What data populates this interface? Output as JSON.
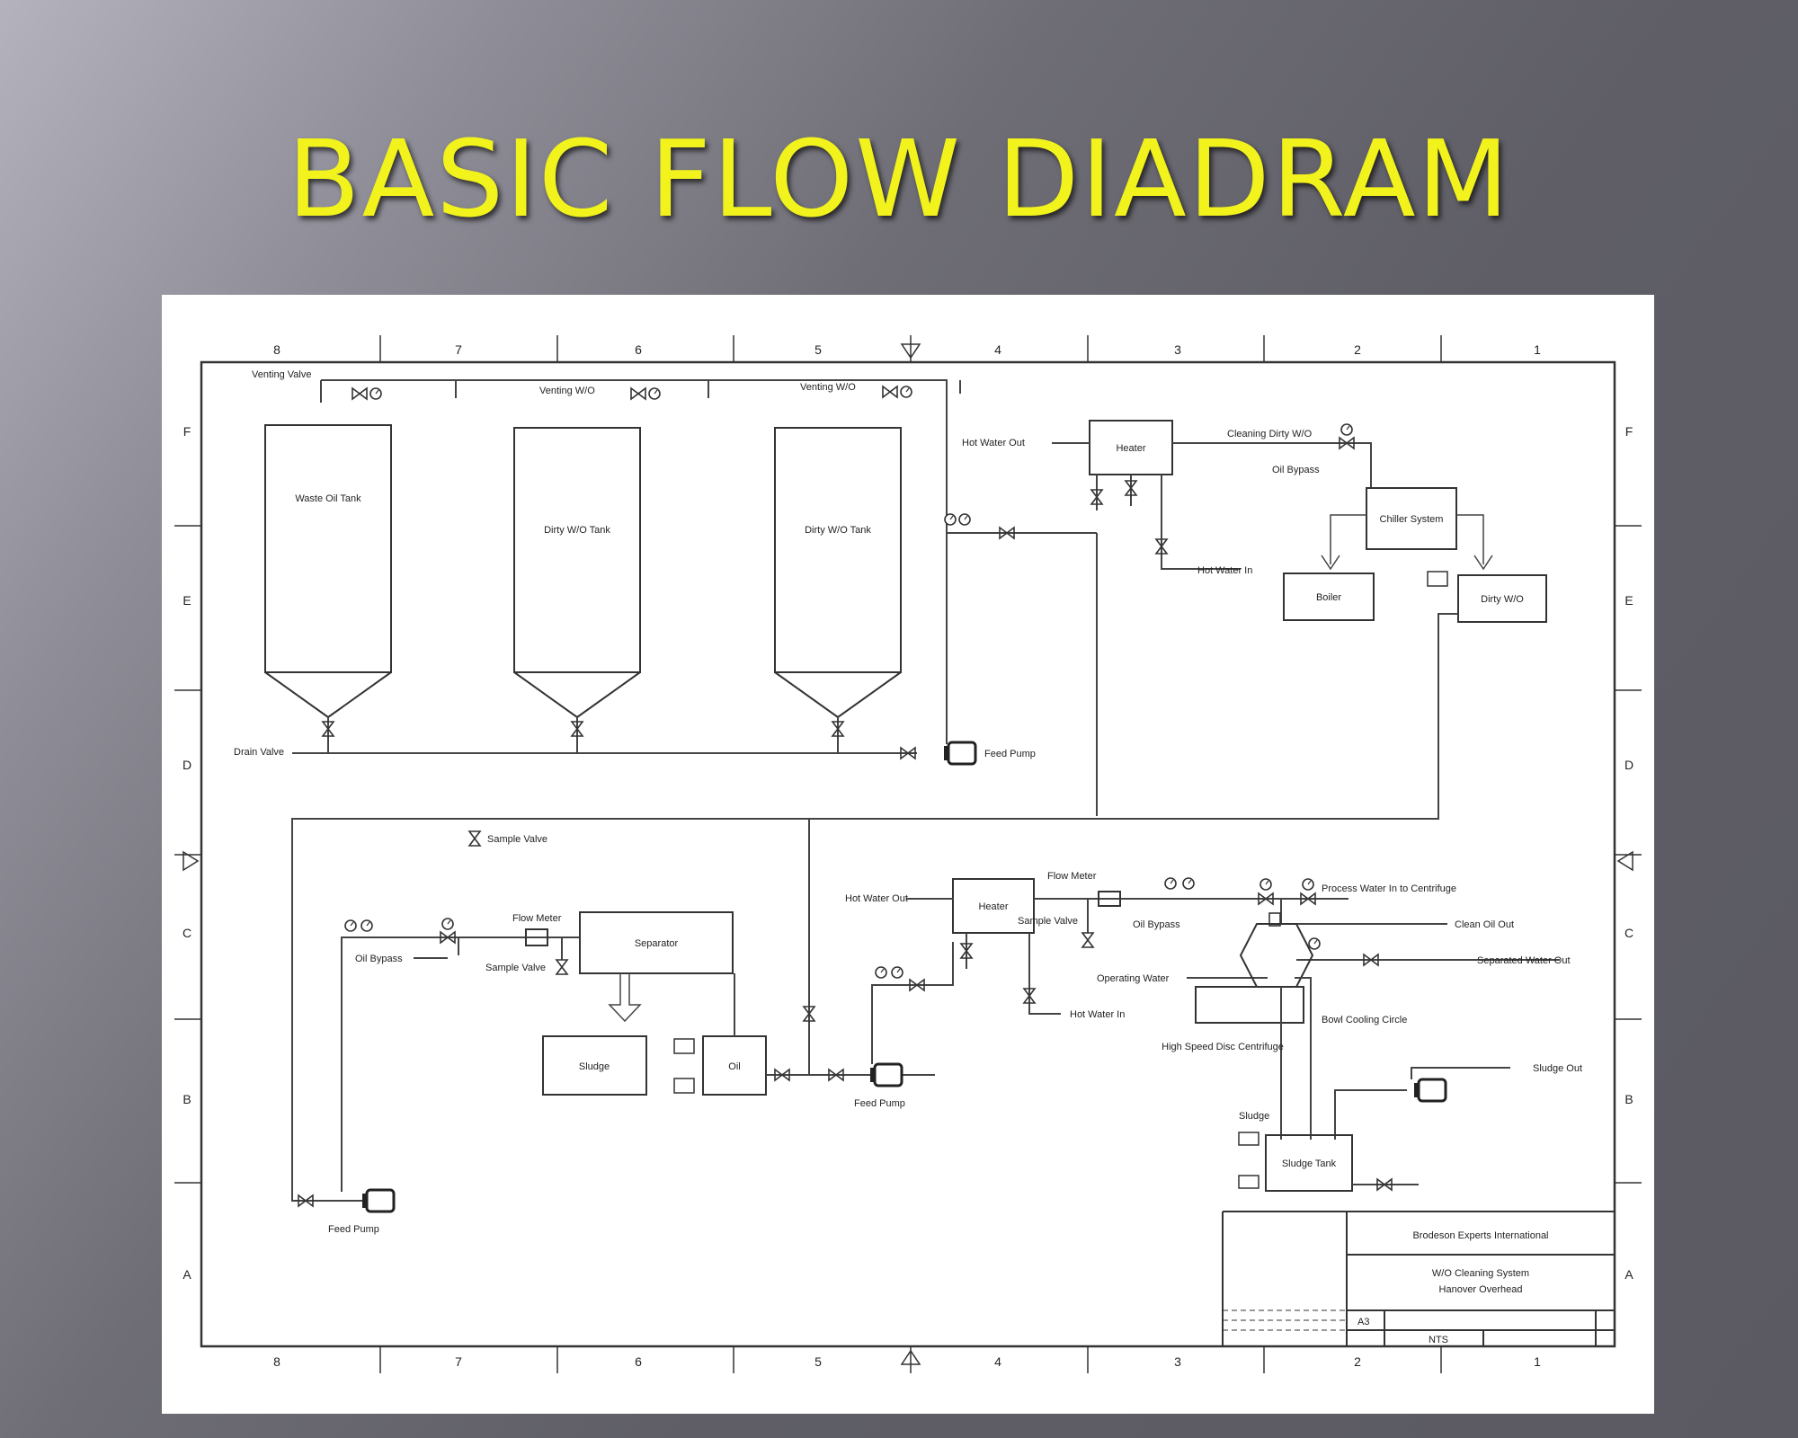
{
  "slide": {
    "title": "BASIC FLOW DIADRAM"
  },
  "drawing": {
    "grid": {
      "columns": [
        "8",
        "7",
        "6",
        "5",
        "4",
        "3",
        "2",
        "1"
      ],
      "rows": [
        "F",
        "E",
        "D",
        "C",
        "B",
        "A"
      ]
    },
    "tanks": [
      {
        "label": "Waste Oil Tank"
      },
      {
        "label": "Dirty W/O Tank"
      },
      {
        "label": "Dirty W/O Tank"
      }
    ],
    "labels": {
      "venting_top_left": "Venting Valve",
      "venting_tank2": "Venting W/O",
      "venting_tank3": "Venting W/O",
      "drain_valve": "Drain Valve",
      "feed_pump": "Feed Pump",
      "hot_water_out_top": "Hot Water Out",
      "heater_top": "Heater",
      "cleaning_dirty_wo": "Cleaning Dirty W/O",
      "oil_bypass_top": "Oil Bypass",
      "chiller_system": "Chiller System",
      "hot_water_in_top": "Hot Water In",
      "boiler": "Boiler",
      "dirty_wo": "Dirty W/O",
      "sample_valve": "Sample Valve",
      "hot_water_out_bottom": "Hot Water Out",
      "heater_bottom": "Heater",
      "flow_meter_left": "Flow Meter",
      "oil_bypass_left": "Oil Bypass",
      "sample_valve_left": "Sample Valve",
      "separator": "Separator",
      "feed_pump_left": "Feed Pump",
      "sludge": "Sludge",
      "oil": "Oil",
      "feed_pump_mid": "Feed Pump",
      "flow_meter_mid": "Flow Meter",
      "sample_valve_mid": "Sample Valve",
      "oil_bypass_mid": "Oil Bypass",
      "process_water_in": "Process Water In to Centrifuge",
      "clean_oil_out": "Clean Oil Out",
      "separated_water_out": "Separated Water Out",
      "operating_water": "Operating Water",
      "hot_water_in_bottom": "Hot Water In",
      "bowl_cooling_circle": "Bowl Cooling Circle",
      "centrifuge": "High Speed Disc Centrifuge",
      "sludge_out": "Sludge Out",
      "sludge_small": "Sludge",
      "sludge_tank": "Sludge Tank"
    },
    "title_block": {
      "company": "Brodeson Experts International",
      "title": "W/O Cleaning System",
      "subtitle": "Hanover Overhead",
      "size": "A3",
      "number": "NTS"
    }
  }
}
